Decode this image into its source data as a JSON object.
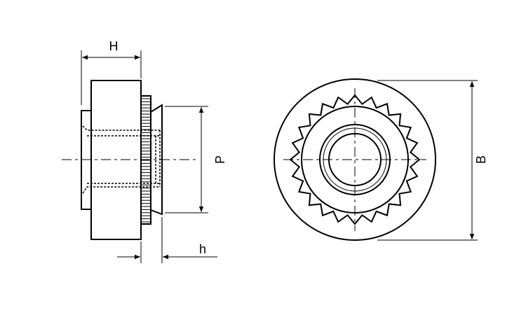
{
  "dimensions": {
    "height_total": "H",
    "pilot_diameter": "P",
    "shank_height": "h",
    "body_diameter": "B"
  },
  "drawing": {
    "serration_teeth": 24
  }
}
